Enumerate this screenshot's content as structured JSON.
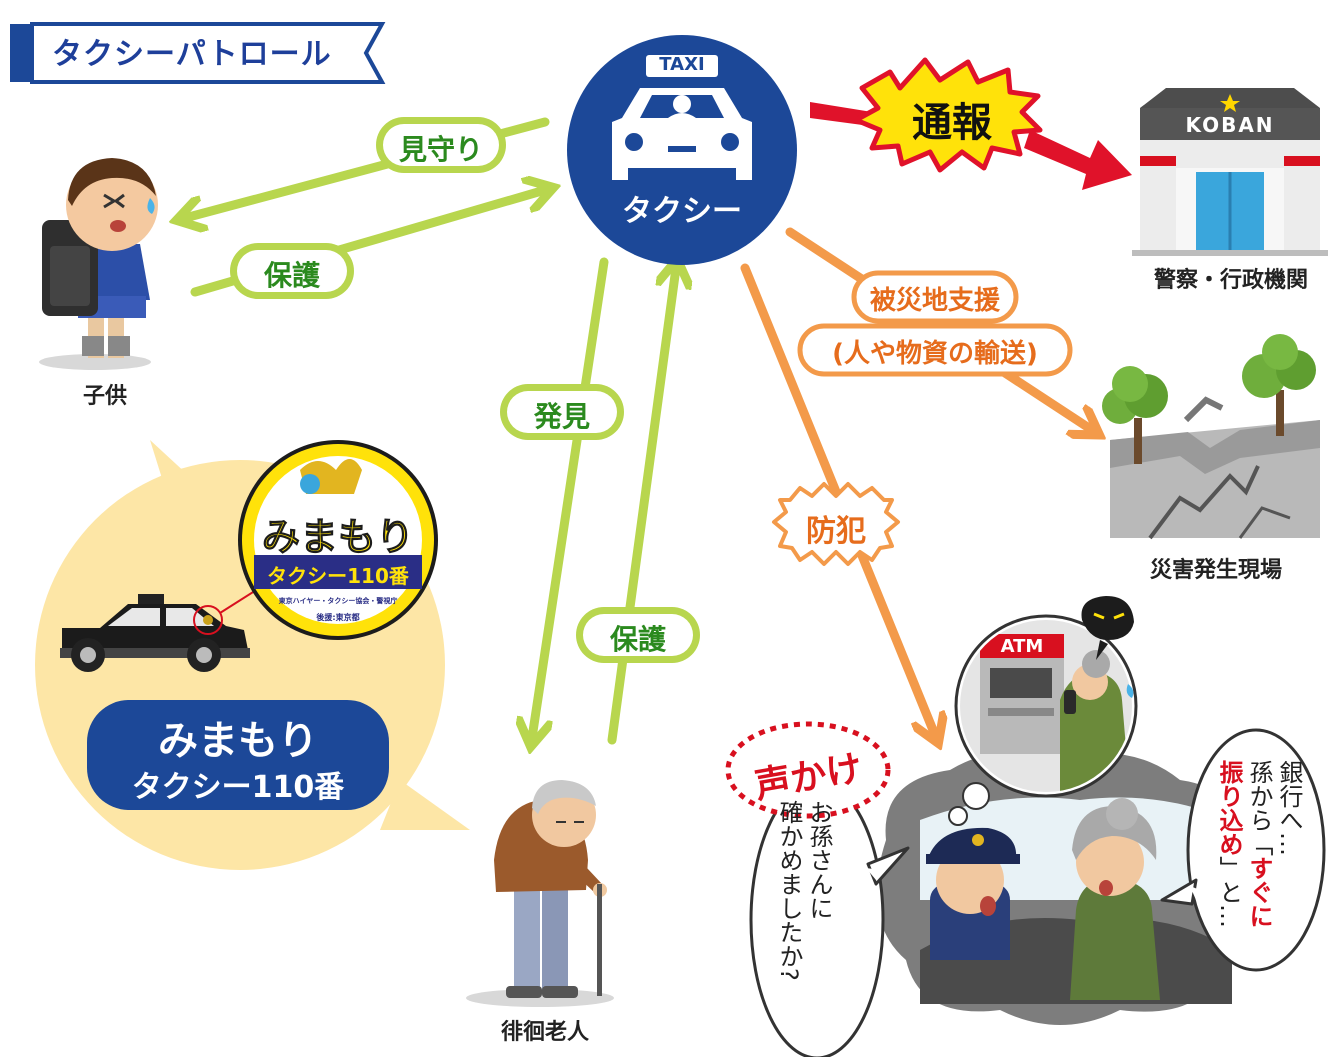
{
  "title": "タクシーパトロール",
  "taxi": {
    "sign": "TAXI",
    "label": "タクシー"
  },
  "report": {
    "label": "通報"
  },
  "police": {
    "building_sign": "KOBAN",
    "caption": "警察・行政機関"
  },
  "child": {
    "caption": "子供"
  },
  "elder": {
    "caption": "徘徊老人"
  },
  "disaster": {
    "caption": "災害発生現場",
    "support_line1": "被災地支援",
    "support_line2": "(人や物資の輸送)"
  },
  "links": {
    "watch": "見守り",
    "protect_child": "保護",
    "discover": "発見",
    "protect_elder": "保護",
    "crime_prevention": "防犯",
    "call_out": "声かけ"
  },
  "mimamori": {
    "sticker_title": "みまもり",
    "sticker_sub": "タクシー110番",
    "sticker_org": "東京ハイヤー・タクシー協会・警視庁",
    "sticker_support": "後援:東京都",
    "banner_line1": "みまもり",
    "banner_line2": "タクシー110番"
  },
  "scene": {
    "atm_sign": "ATM",
    "driver_speech": "お孫さんに\n確かめましたか?",
    "lady_speech_1": "銀行へ…",
    "lady_speech_2a": "孫から「",
    "lady_speech_2b": "すぐに",
    "lady_speech_3a": "振り込め",
    "lady_speech_3b": "」と…"
  },
  "colors": {
    "navy": "#1c4898",
    "green": "#a8cf3a",
    "green_text": "#2b8a1e",
    "orange": "#f39a4a",
    "orange_text": "#e66c1c",
    "red": "#e0122a",
    "yellow": "#ffe20a",
    "cream": "#fde6a6"
  }
}
